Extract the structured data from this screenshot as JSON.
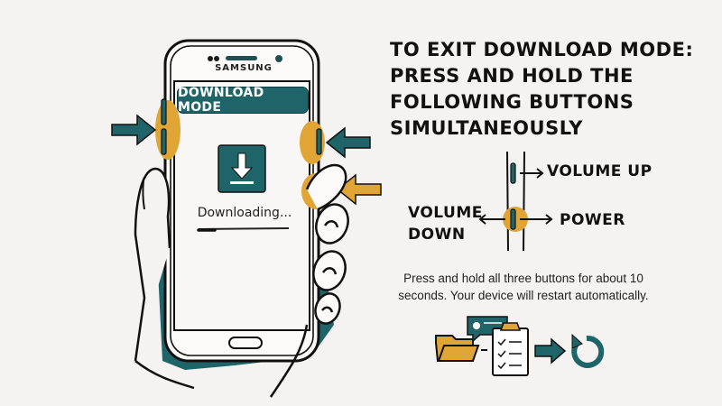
{
  "phone": {
    "brand": "SAMSUNG",
    "screen_badge": "DOWNLOAD MODE",
    "status_text": "Downloading...",
    "progress_percent": 5
  },
  "instructions": {
    "title_lines": [
      "TO EXIT DOWNLOAD MODE:",
      "PRESS AND HOLD THE",
      "FOLLOWING BUTTONS",
      "SIMULTANEOUSLY"
    ],
    "description": "Press and hold all three buttons for about 10 seconds. Your device will restart automatically."
  },
  "button_diagram": {
    "volume_up": "VOLUME UP",
    "volume_down_line1": "VOLUME",
    "volume_down_line2": "DOWN",
    "power": "POWER"
  },
  "icons": [
    "download-icon",
    "folder-icon",
    "chat-bubble-icon",
    "checklist-icon",
    "arrow-right-icon",
    "restart-icon"
  ],
  "colors": {
    "teal": "#1f6468",
    "mustard": "#e0a534",
    "background": "#f5f3f1",
    "ink": "#111111"
  }
}
